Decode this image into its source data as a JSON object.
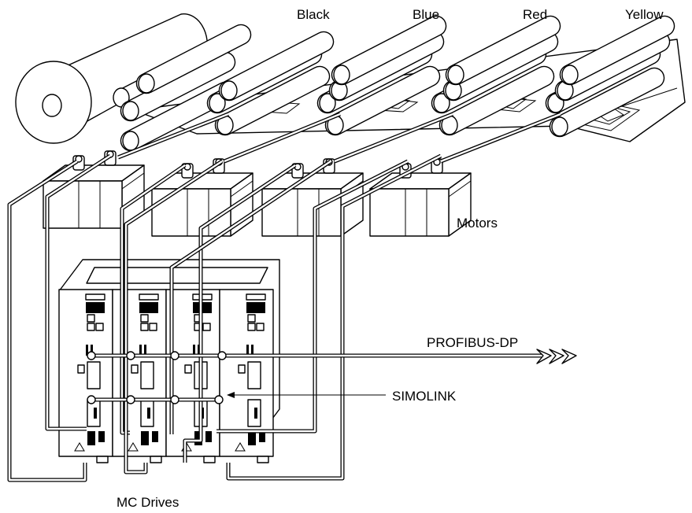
{
  "labels": {
    "station_1": "Black",
    "station_2": "Blue",
    "station_3": "Red",
    "station_4": "Yellow",
    "motors": "Motors",
    "profibus": "PROFIBUS-DP",
    "simolink": "SIMOLINK",
    "drives": "MC Drives"
  },
  "stations": [
    "Black",
    "Blue",
    "Red",
    "Yellow"
  ],
  "colors": {
    "ink": "#000000",
    "paper": "#ffffff"
  }
}
